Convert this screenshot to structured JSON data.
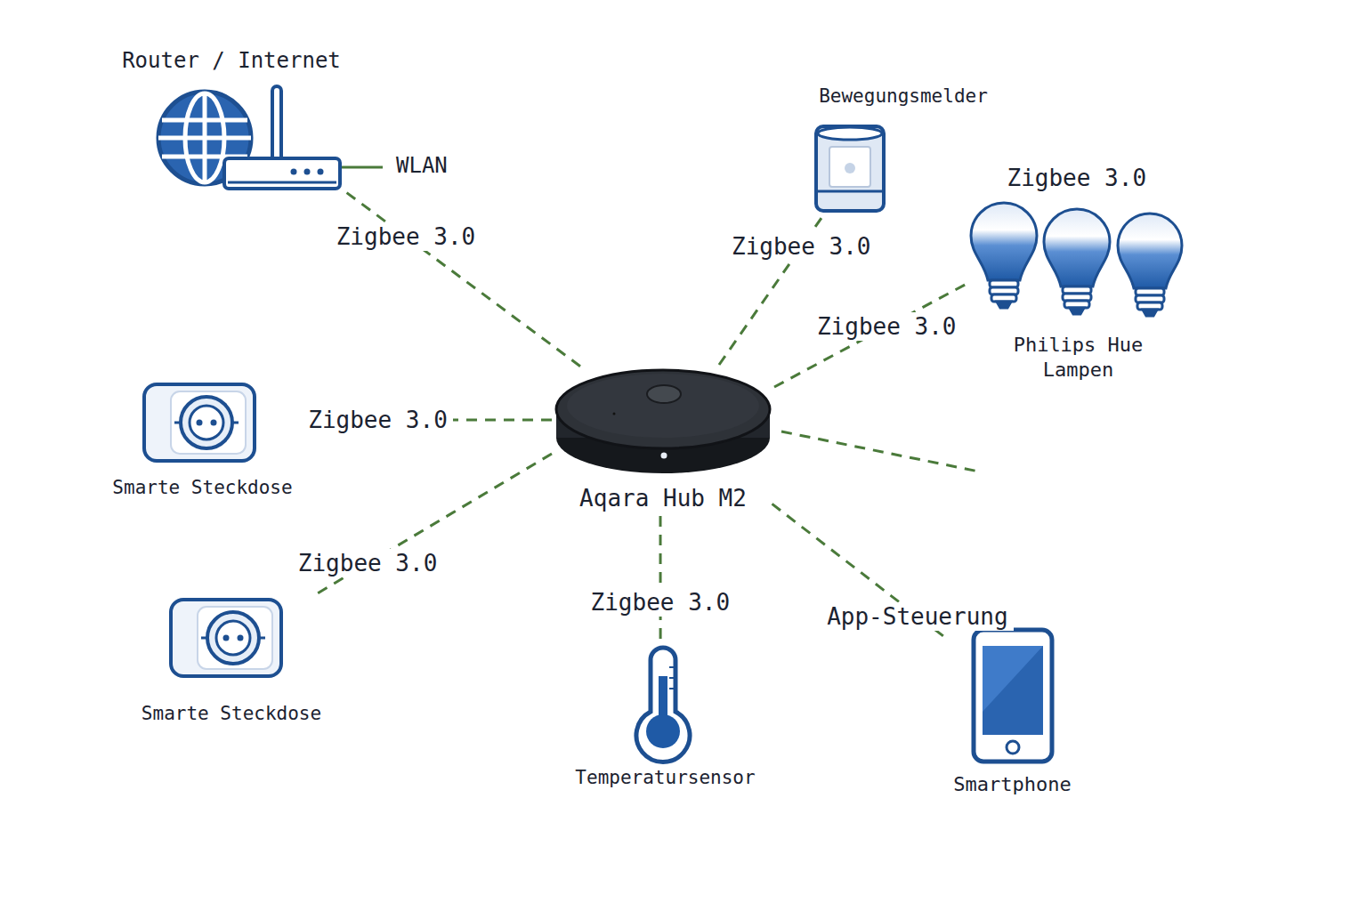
{
  "diagram": {
    "nodes": [
      {
        "text": [
          "Router / Internet"
        ]
      },
      {
        "text": [
          "Bewegungsmelder"
        ]
      },
      {
        "text": [
          "Philips Hue Lampen"
        ]
      },
      {
        "text": [
          "Smarte Steckdose"
        ]
      },
      {
        "text": [
          "Aqara Hub M2"
        ]
      },
      {
        "text": [
          "Smarte Steckdose"
        ]
      },
      {
        "text": [
          "Temperatursensor"
        ]
      },
      {
        "text": [
          "Smartphone"
        ]
      }
    ],
    "edges": [
      {
        "from": 4,
        "to": 0,
        "arrow": "none",
        "label": "Zigbee 3.0"
      },
      {
        "from": 4,
        "to": 1,
        "arrow": "none",
        "label": "Zigbee 3.0"
      },
      {
        "from": 4,
        "to": 2,
        "arrow": "none",
        "label": "Zigbee 3.0"
      },
      {
        "from": 4,
        "to": 3,
        "arrow": "none",
        "label": "Zigbee 3.0"
      },
      {
        "from": 4,
        "to": 5,
        "arrow": "none",
        "label": "Zigbee 3.0"
      },
      {
        "from": 4,
        "to": 6,
        "arrow": "none",
        "label": "Zigbee 3.0"
      },
      {
        "from": 4,
        "to": 7,
        "arrow": "none",
        "label": "App-Steuerung"
      }
    ],
    "labels": [
      "WLAN",
      "Zigbee 3.0"
    ]
  }
}
